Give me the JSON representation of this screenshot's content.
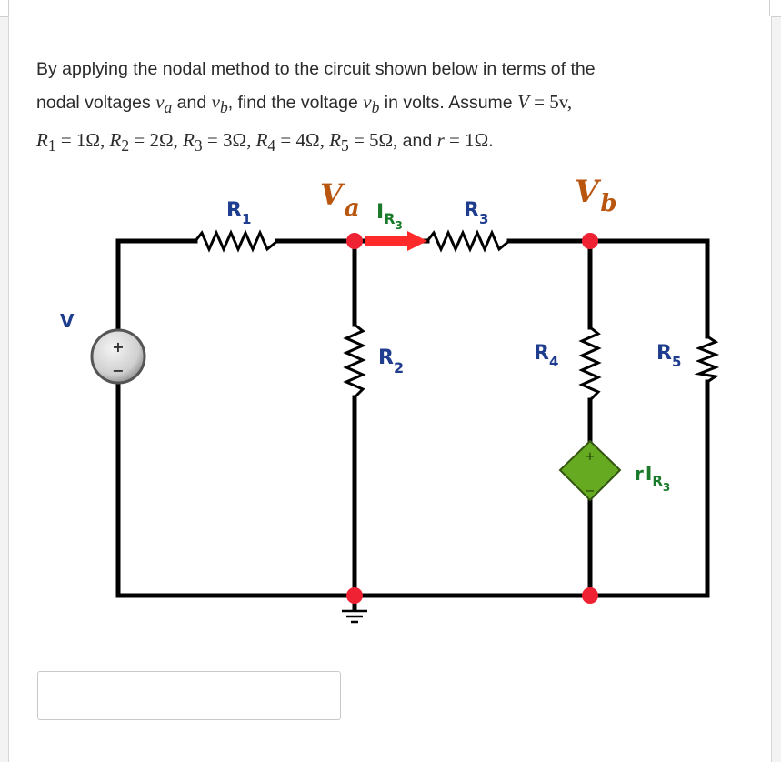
{
  "question": {
    "line1": "By applying the nodal method to the circuit shown below in terms of the",
    "line2": {
      "t1": "nodal voltages ",
      "va": "v",
      "va_sub": "a",
      "t2": " and ",
      "vb": "v",
      "vb_sub": "b",
      "t3": ", find the voltage ",
      "vb2": "v",
      "vb2_sub": "b",
      "t4": " in volts. Assume ",
      "V": "V",
      "eq": " = 5v,"
    },
    "line3": {
      "r1": "R",
      "r1_sub": "1",
      "r1_val": " = 1Ω, ",
      "r2": "R",
      "r2_sub": "2",
      "r2_val": " = 2Ω, ",
      "r3": "R",
      "r3_sub": "3",
      "r3_val": " = 3Ω, ",
      "r4": "R",
      "r4_sub": "4",
      "r4_val": " = 4Ω, ",
      "r5": "R",
      "r5_sub": "5",
      "r5_val": " = 5Ω, ",
      "and": "and ",
      "r": "r",
      "r_val": " = 1Ω."
    }
  },
  "circuit": {
    "labels": {
      "R1": "R",
      "R1_sub": "1",
      "Va": "V",
      "Va_sub": "a",
      "IR3": "I",
      "IR3_sub": "R",
      "IR3_subsub": "3",
      "R3": "R",
      "R3_sub": "3",
      "Vb": "V",
      "Vb_sub": "b",
      "V_source": "V",
      "R2": "R",
      "R2_sub": "2",
      "R4": "R",
      "R4_sub": "4",
      "R5": "R",
      "R5_sub": "5",
      "dep_r": "r",
      "dep_I": "I",
      "dep_R": "R",
      "dep_3": "3",
      "plus": "+",
      "minus": "−",
      "dep_plus": "+",
      "dep_minus": "−"
    },
    "colors": {
      "wire": "#000000",
      "label_blue": "#1f3d8f",
      "label_brown": "#b8560f",
      "label_green": "#1a7a2a",
      "node_red": "#ee2233",
      "arrow_red": "#ff2a2a",
      "dep_green": "#66aa22",
      "source_gray": "#888888"
    }
  },
  "answer": {
    "value": "",
    "placeholder": ""
  }
}
